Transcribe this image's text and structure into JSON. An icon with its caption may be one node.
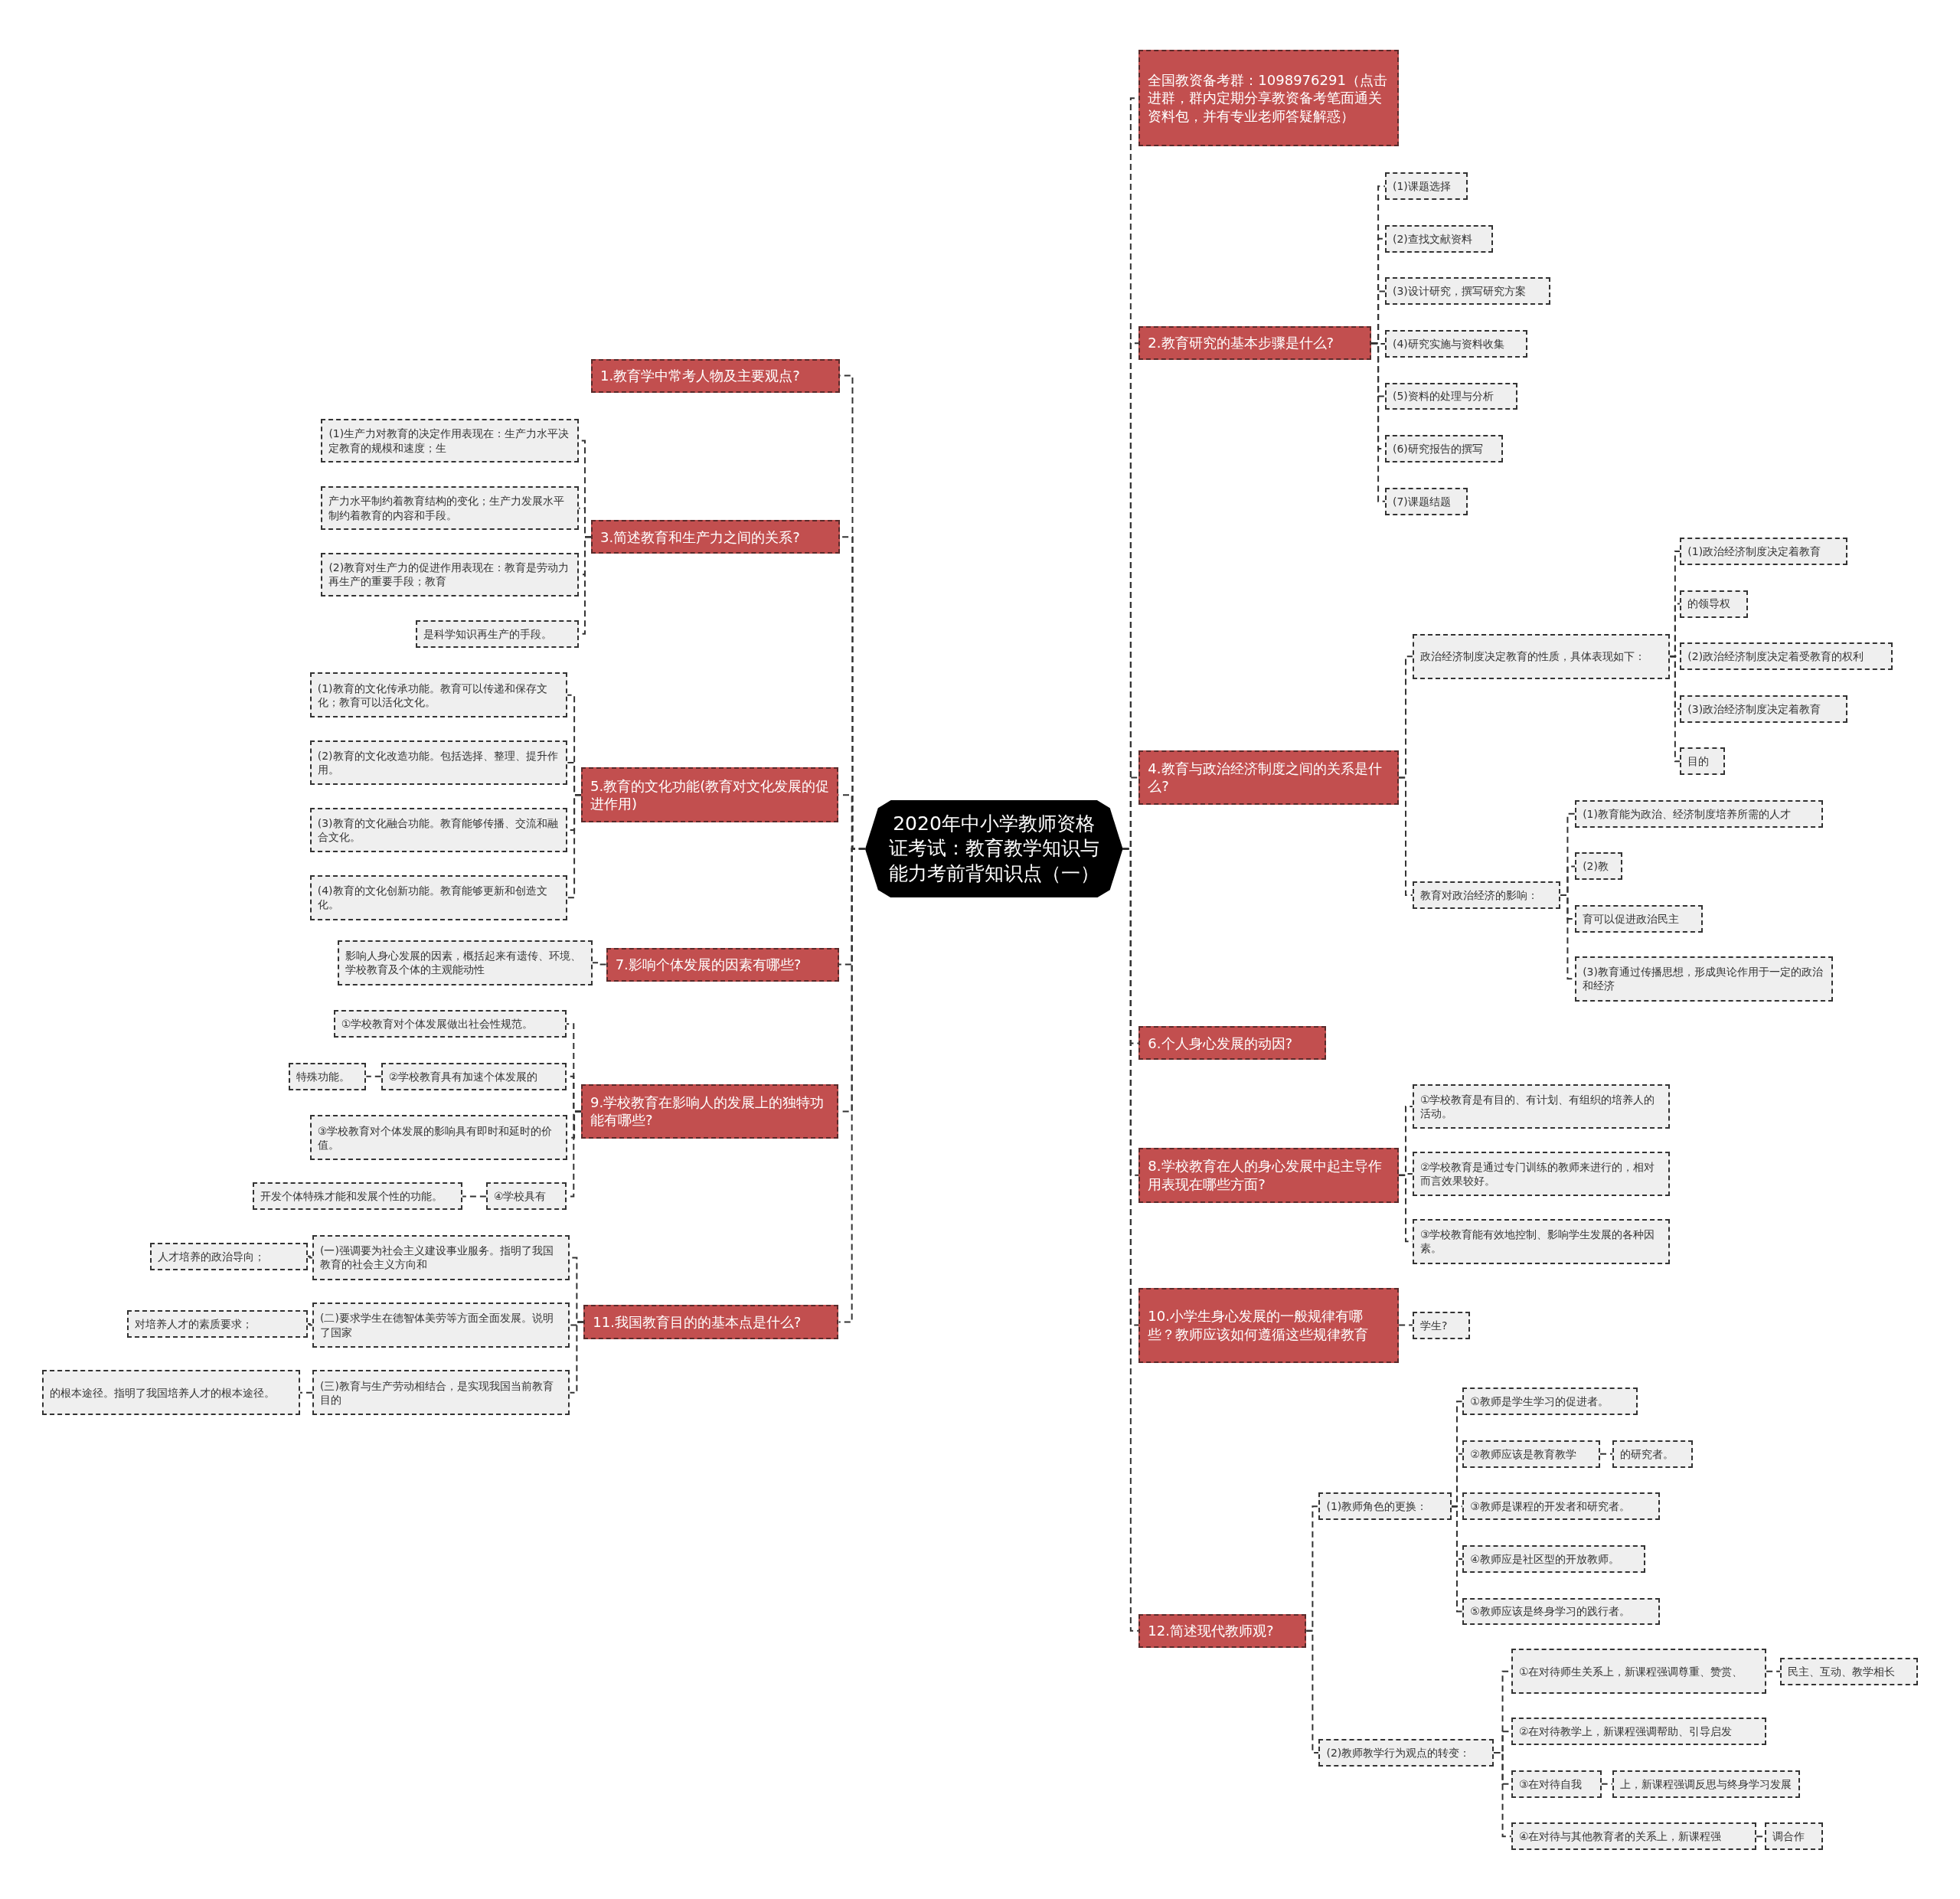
{
  "diagram": {
    "nodes": [
      {
        "text": [
          "2020年中小学教师资格证考试：教育教学知识与能力考前背知识点（一）"
        ]
      },
      {
        "text": [
          "1.教育学中常考人物及主要观点?"
        ]
      },
      {
        "text": [
          "3.简述教育和生产力之间的关系?"
        ]
      },
      {
        "text": [
          "(1)生产力对教育的决定作用表现在：生产力水平决定教育的规模和速度；生"
        ]
      },
      {
        "text": [
          "产力水平制约着教育结构的变化；生产力发展水平制约着教育的内容和手段。"
        ]
      },
      {
        "text": [
          "(2)教育对生产力的促进作用表现在：教育是劳动力再生产的重要手段；教育"
        ]
      },
      {
        "text": [
          "是科学知识再生产的手段。"
        ]
      },
      {
        "text": [
          "5.教育的文化功能(教育对文化发展的促进作用)"
        ]
      },
      {
        "text": [
          "(1)教育的文化传承功能。教育可以传递和保存文化；教育可以活化文化。"
        ]
      },
      {
        "text": [
          "(2)教育的文化改造功能。包括选择、整理、提升作用。"
        ]
      },
      {
        "text": [
          "(3)教育的文化融合功能。教育能够传播、交流和融合文化。"
        ]
      },
      {
        "text": [
          "(4)教育的文化创新功能。教育能够更新和创造文化。"
        ]
      },
      {
        "text": [
          "7.影响个体发展的因素有哪些?"
        ]
      },
      {
        "text": [
          "影响人身心发展的因素，概括起来有遗传、环境、学校教育及个体的主观能动性"
        ]
      },
      {
        "text": [
          "9.学校教育在影响人的发展上的独特功能有哪些?"
        ]
      },
      {
        "text": [
          "①学校教育对个体发展做出社会性规范。"
        ]
      },
      {
        "text": [
          "②学校教育具有加速个体发展的"
        ]
      },
      {
        "text": [
          "特殊功能。"
        ]
      },
      {
        "text": [
          "③学校教育对个体发展的影响具有即时和延时的价值。"
        ]
      },
      {
        "text": [
          "④学校具有"
        ]
      },
      {
        "text": [
          "开发个体特殊才能和发展个性的功能。"
        ]
      },
      {
        "text": [
          "11.我国教育目的的基本点是什么?"
        ]
      },
      {
        "text": [
          "(一)强调要为社会主义建设事业服务。指明了我国教育的社会主义方向和"
        ]
      },
      {
        "text": [
          "人才培养的政治导向；"
        ]
      },
      {
        "text": [
          "(二)要求学生在德智体美劳等方面全面发展。说明了国家"
        ]
      },
      {
        "text": [
          "对培养人才的素质要求；"
        ]
      },
      {
        "text": [
          "(三)教育与生产劳动相结合，是实现我国当前教育目的"
        ]
      },
      {
        "text": [
          "的根本途径。指明了我国培养人才的根本途径。"
        ]
      },
      {
        "text": [
          "全国教资备考群：1098976291（点击进群，群内定期分享教资备考笔面通关资料包，并有专业老师答疑解惑）"
        ]
      },
      {
        "text": [
          "2.教育研究的基本步骤是什么?"
        ]
      },
      {
        "text": [
          "(1)课题选择"
        ]
      },
      {
        "text": [
          "(2)查找文献资料"
        ]
      },
      {
        "text": [
          "(3)设计研究，撰写研究方案"
        ]
      },
      {
        "text": [
          "(4)研究实施与资料收集"
        ]
      },
      {
        "text": [
          "(5)资料的处理与分析"
        ]
      },
      {
        "text": [
          "(6)研究报告的撰写"
        ]
      },
      {
        "text": [
          "(7)课题结题"
        ]
      },
      {
        "text": [
          "4.教育与政治经济制度之间的关系是什么?"
        ]
      },
      {
        "text": [
          "政治经济制度决定教育的性质，具体表现如下："
        ]
      },
      {
        "text": [
          "(1)政治经济制度决定着教育"
        ]
      },
      {
        "text": [
          "的领导权"
        ]
      },
      {
        "text": [
          "(2)政治经济制度决定着受教育的权利"
        ]
      },
      {
        "text": [
          "(3)政治经济制度决定着教育"
        ]
      },
      {
        "text": [
          "目的"
        ]
      },
      {
        "text": [
          "教育对政治经济的影响："
        ]
      },
      {
        "text": [
          "(1)教育能为政治、经济制度培养所需的人才"
        ]
      },
      {
        "text": [
          "(2)教"
        ]
      },
      {
        "text": [
          "育可以促进政治民主"
        ]
      },
      {
        "text": [
          "(3)教育通过传播思想，形成舆论作用于一定的政治和经济"
        ]
      },
      {
        "text": [
          "6.个人身心发展的动因?"
        ]
      },
      {
        "text": [
          "8.学校教育在人的身心发展中起主导作用表现在哪些方面?"
        ]
      },
      {
        "text": [
          "①学校教育是有目的、有计划、有组织的培养人的活动。"
        ]
      },
      {
        "text": [
          "②学校教育是通过专门训练的教师来进行的，相对而言效果较好。"
        ]
      },
      {
        "text": [
          "③学校教育能有效地控制、影响学生发展的各种因素。"
        ]
      },
      {
        "text": [
          "10.小学生身心发展的一般规律有哪些？教师应该如何遵循这些规律教育"
        ]
      },
      {
        "text": [
          "学生?"
        ]
      },
      {
        "text": [
          "12.简述现代教师观?"
        ]
      },
      {
        "text": [
          "(1)教师角色的更换："
        ]
      },
      {
        "text": [
          "①教师是学生学习的促进者。"
        ]
      },
      {
        "text": [
          "②教师应该是教育教学"
        ]
      },
      {
        "text": [
          "的研究者。"
        ]
      },
      {
        "text": [
          "③教师是课程的开发者和研究者。"
        ]
      },
      {
        "text": [
          "④教师应是社区型的开放教师。"
        ]
      },
      {
        "text": [
          "⑤教师应该是终身学习的践行者。"
        ]
      },
      {
        "text": [
          "(2)教师教学行为观点的转变："
        ]
      },
      {
        "text": [
          "①在对待师生关系上，新课程强调尊重、赞赏、"
        ]
      },
      {
        "text": [
          "民主、互动、教学相长"
        ]
      },
      {
        "text": [
          "②在对待教学上，新课程强调帮助、引导启发"
        ]
      },
      {
        "text": [
          "③在对待自我"
        ]
      },
      {
        "text": [
          "上，新课程强调反思与终身学习发展"
        ]
      },
      {
        "text": [
          "④在对待与其他教育者的关系上，新课程强"
        ]
      },
      {
        "text": [
          "调合作"
        ]
      }
    ],
    "edges": [
      {
        "from": 0,
        "to": 1,
        "arrow": "none"
      },
      {
        "from": 0,
        "to": 2,
        "arrow": "none"
      },
      {
        "from": 0,
        "to": 7,
        "arrow": "none"
      },
      {
        "from": 0,
        "to": 12,
        "arrow": "none"
      },
      {
        "from": 0,
        "to": 14,
        "arrow": "none"
      },
      {
        "from": 0,
        "to": 21,
        "arrow": "none"
      },
      {
        "from": 0,
        "to": 28,
        "arrow": "none"
      },
      {
        "from": 0,
        "to": 29,
        "arrow": "none"
      },
      {
        "from": 0,
        "to": 37,
        "arrow": "none"
      },
      {
        "from": 0,
        "to": 49,
        "arrow": "none"
      },
      {
        "from": 0,
        "to": 50,
        "arrow": "none"
      },
      {
        "from": 0,
        "to": 54,
        "arrow": "none"
      },
      {
        "from": 0,
        "to": 56,
        "arrow": "none"
      },
      {
        "from": 2,
        "to": 3,
        "arrow": "none"
      },
      {
        "from": 2,
        "to": 4,
        "arrow": "none"
      },
      {
        "from": 2,
        "to": 5,
        "arrow": "none"
      },
      {
        "from": 2,
        "to": 6,
        "arrow": "none"
      },
      {
        "from": 7,
        "to": 8,
        "arrow": "none"
      },
      {
        "from": 7,
        "to": 9,
        "arrow": "none"
      },
      {
        "from": 7,
        "to": 10,
        "arrow": "none"
      },
      {
        "from": 7,
        "to": 11,
        "arrow": "none"
      },
      {
        "from": 12,
        "to": 13,
        "arrow": "none"
      },
      {
        "from": 14,
        "to": 15,
        "arrow": "none"
      },
      {
        "from": 14,
        "to": 16,
        "arrow": "none"
      },
      {
        "from": 16,
        "to": 17,
        "arrow": "none"
      },
      {
        "from": 14,
        "to": 18,
        "arrow": "none"
      },
      {
        "from": 14,
        "to": 19,
        "arrow": "none"
      },
      {
        "from": 19,
        "to": 20,
        "arrow": "none"
      },
      {
        "from": 21,
        "to": 22,
        "arrow": "none"
      },
      {
        "from": 22,
        "to": 23,
        "arrow": "none"
      },
      {
        "from": 21,
        "to": 24,
        "arrow": "none"
      },
      {
        "from": 24,
        "to": 25,
        "arrow": "none"
      },
      {
        "from": 21,
        "to": 26,
        "arrow": "none"
      },
      {
        "from": 26,
        "to": 27,
        "arrow": "none"
      },
      {
        "from": 29,
        "to": 30,
        "arrow": "none"
      },
      {
        "from": 29,
        "to": 31,
        "arrow": "none"
      },
      {
        "from": 29,
        "to": 32,
        "arrow": "none"
      },
      {
        "from": 29,
        "to": 33,
        "arrow": "none"
      },
      {
        "from": 29,
        "to": 34,
        "arrow": "none"
      },
      {
        "from": 29,
        "to": 35,
        "arrow": "none"
      },
      {
        "from": 29,
        "to": 36,
        "arrow": "none"
      },
      {
        "from": 37,
        "to": 38,
        "arrow": "none"
      },
      {
        "from": 38,
        "to": 39,
        "arrow": "none"
      },
      {
        "from": 38,
        "to": 40,
        "arrow": "none"
      },
      {
        "from": 38,
        "to": 41,
        "arrow": "none"
      },
      {
        "from": 38,
        "to": 42,
        "arrow": "none"
      },
      {
        "from": 38,
        "to": 43,
        "arrow": "none"
      },
      {
        "from": 37,
        "to": 44,
        "arrow": "none"
      },
      {
        "from": 44,
        "to": 45,
        "arrow": "none"
      },
      {
        "from": 44,
        "to": 46,
        "arrow": "none"
      },
      {
        "from": 44,
        "to": 47,
        "arrow": "none"
      },
      {
        "from": 44,
        "to": 48,
        "arrow": "none"
      },
      {
        "from": 50,
        "to": 51,
        "arrow": "none"
      },
      {
        "from": 50,
        "to": 52,
        "arrow": "none"
      },
      {
        "from": 50,
        "to": 53,
        "arrow": "none"
      },
      {
        "from": 54,
        "to": 55,
        "arrow": "none"
      },
      {
        "from": 56,
        "to": 57,
        "arrow": "none"
      },
      {
        "from": 57,
        "to": 58,
        "arrow": "none"
      },
      {
        "from": 57,
        "to": 59,
        "arrow": "none"
      },
      {
        "from": 59,
        "to": 60,
        "arrow": "none"
      },
      {
        "from": 57,
        "to": 61,
        "arrow": "none"
      },
      {
        "from": 57,
        "to": 62,
        "arrow": "none"
      },
      {
        "from": 57,
        "to": 63,
        "arrow": "none"
      },
      {
        "from": 56,
        "to": 64,
        "arrow": "none"
      },
      {
        "from": 64,
        "to": 65,
        "arrow": "none"
      },
      {
        "from": 65,
        "to": 66,
        "arrow": "none"
      },
      {
        "from": 64,
        "to": 67,
        "arrow": "none"
      },
      {
        "from": 64,
        "to": 68,
        "arrow": "none"
      },
      {
        "from": 68,
        "to": 69,
        "arrow": "none"
      },
      {
        "from": 64,
        "to": 70,
        "arrow": "none"
      },
      {
        "from": 70,
        "to": 71,
        "arrow": "none"
      }
    ]
  }
}
